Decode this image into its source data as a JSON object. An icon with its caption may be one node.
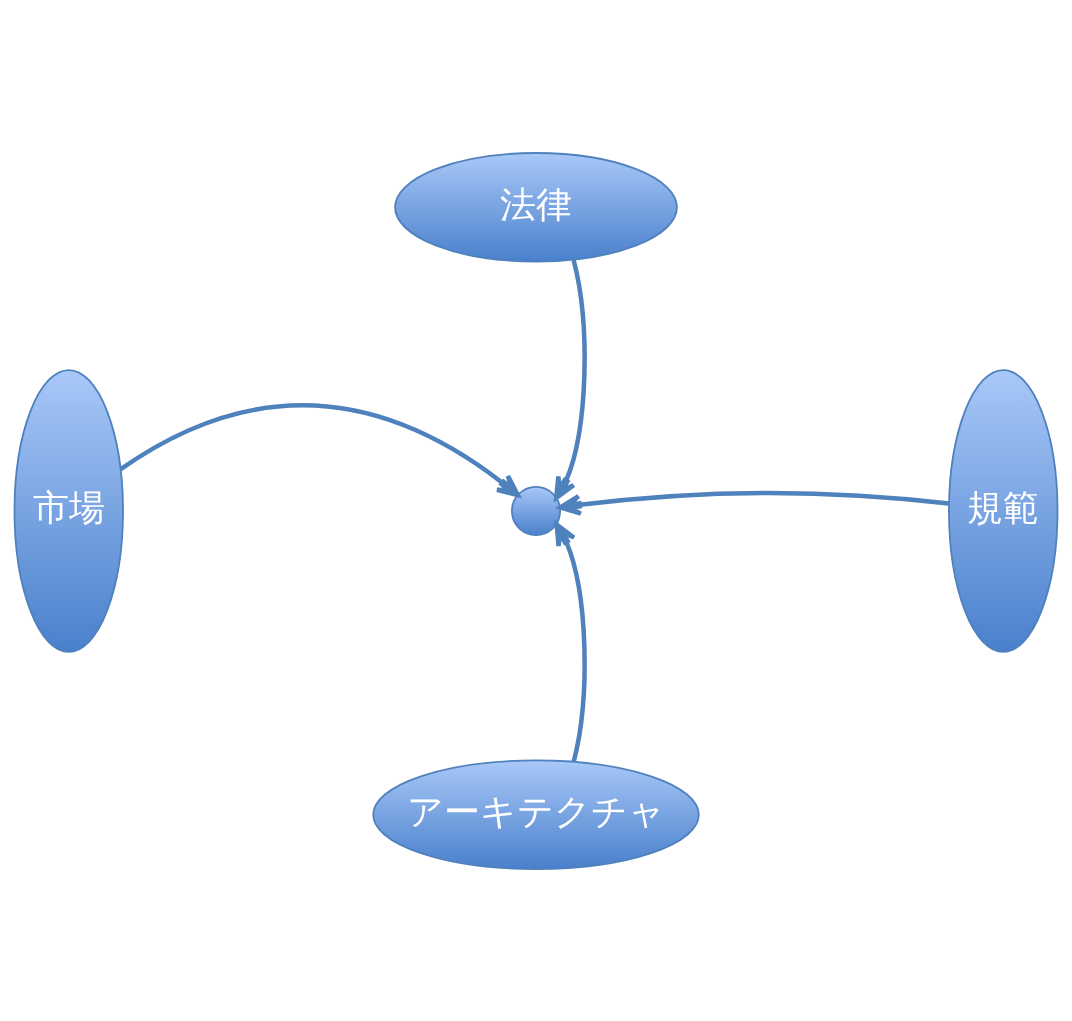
{
  "diagram": {
    "nodes": [
      {
        "text": [
          "法律"
        ]
      },
      {
        "text": [
          "市場"
        ]
      },
      {
        "text": [],
        "shape": "circle"
      },
      {
        "text": [
          "規範"
        ]
      },
      {
        "text": [
          "アーキテクチャ"
        ]
      }
    ],
    "edges": [
      {
        "from": 0,
        "to": 2,
        "arrow": "to"
      },
      {
        "from": 1,
        "to": 2,
        "arrow": "to"
      },
      {
        "from": 3,
        "to": 2,
        "arrow": "to"
      },
      {
        "from": 4,
        "to": 2,
        "arrow": "to"
      }
    ]
  }
}
